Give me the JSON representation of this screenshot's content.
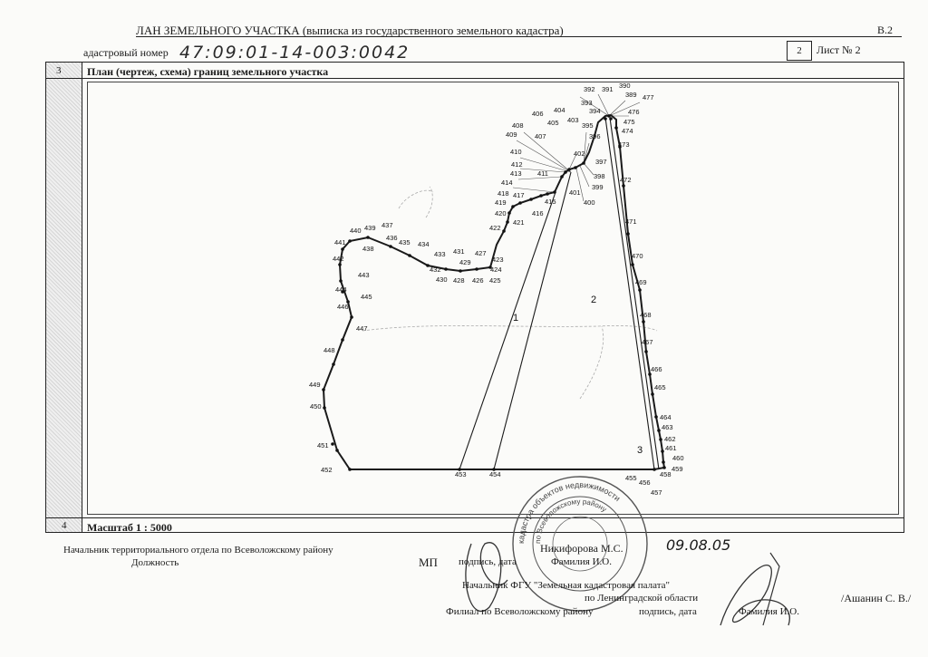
{
  "header": {
    "title": "ЛАН ЗЕМЕЛЬНОГО УЧАСТКА (выписка из государственного земельного кадастра)",
    "form_code": "В.2"
  },
  "cadastral": {
    "label": "адастровый номер",
    "value": "47:09:01-14-003:0042",
    "sheet_box": "2",
    "sheet_label": "Лист № 2"
  },
  "rows": {
    "row3_num": "3",
    "row3_title": "План (чертеж, схема) границ земельного участка",
    "row4_num": "4",
    "scale": "Масштаб 1 : 5000"
  },
  "plan": {
    "points": [
      {
        "n": "390"
      },
      {
        "n": "391"
      },
      {
        "n": "392"
      },
      {
        "n": "389"
      },
      {
        "n": "477"
      },
      {
        "n": "393"
      },
      {
        "n": "394"
      },
      {
        "n": "476"
      },
      {
        "n": "475"
      },
      {
        "n": "474"
      },
      {
        "n": "395"
      },
      {
        "n": "403"
      },
      {
        "n": "404"
      },
      {
        "n": "405"
      },
      {
        "n": "406"
      },
      {
        "n": "408"
      },
      {
        "n": "407"
      },
      {
        "n": "396"
      },
      {
        "n": "409"
      },
      {
        "n": "473"
      },
      {
        "n": "402"
      },
      {
        "n": "397"
      },
      {
        "n": "410"
      },
      {
        "n": "412"
      },
      {
        "n": "411"
      },
      {
        "n": "398"
      },
      {
        "n": "413"
      },
      {
        "n": "399"
      },
      {
        "n": "414"
      },
      {
        "n": "472"
      },
      {
        "n": "401"
      },
      {
        "n": "418"
      },
      {
        "n": "417"
      },
      {
        "n": "415"
      },
      {
        "n": "400"
      },
      {
        "n": "419"
      },
      {
        "n": "420"
      },
      {
        "n": "416"
      },
      {
        "n": "421"
      },
      {
        "n": "422"
      },
      {
        "n": "471"
      },
      {
        "n": "440"
      },
      {
        "n": "439"
      },
      {
        "n": "437"
      },
      {
        "n": "436"
      },
      {
        "n": "435"
      },
      {
        "n": "434"
      },
      {
        "n": "441"
      },
      {
        "n": "438"
      },
      {
        "n": "433"
      },
      {
        "n": "431"
      },
      {
        "n": "427"
      },
      {
        "n": "423"
      },
      {
        "n": "470"
      },
      {
        "n": "442"
      },
      {
        "n": "429"
      },
      {
        "n": "432"
      },
      {
        "n": "424"
      },
      {
        "n": "443"
      },
      {
        "n": "430"
      },
      {
        "n": "428"
      },
      {
        "n": "426"
      },
      {
        "n": "425"
      },
      {
        "n": "469"
      },
      {
        "n": "444"
      },
      {
        "n": "445"
      },
      {
        "n": "446"
      },
      {
        "n": "468"
      },
      {
        "n": "447"
      },
      {
        "n": "467"
      },
      {
        "n": "448"
      },
      {
        "n": "466"
      },
      {
        "n": "465"
      },
      {
        "n": "449"
      },
      {
        "n": "450"
      },
      {
        "n": "464"
      },
      {
        "n": "463"
      },
      {
        "n": "462"
      },
      {
        "n": "451"
      },
      {
        "n": "461"
      },
      {
        "n": "460"
      },
      {
        "n": "459"
      },
      {
        "n": "452"
      },
      {
        "n": "453"
      },
      {
        "n": "454"
      },
      {
        "n": "455"
      },
      {
        "n": "458"
      },
      {
        "n": "456"
      },
      {
        "n": "457"
      }
    ],
    "line_labels": [
      "1",
      "2",
      "3"
    ]
  },
  "footer": {
    "head_title": "Начальник территориального отдела по Всеволожскому району",
    "position": "Должность",
    "mp": "МП",
    "sign_date_1": "подпись, дата",
    "name_1": "Фамилия И.О.",
    "name_stamp": "Никифорова М.С.",
    "date_handwritten": "09.08.05",
    "fgu_title": "Начальник ФГУ \"Земельная кадастровая палата\"",
    "region": "по Ленинградской области",
    "filial": "Филиал по Всеволожскому району",
    "sign_date_2": "подпись, дата",
    "name_2": "Фамилия И.О.",
    "signer": "/Ашанин С. В./"
  },
  "stamp": {
    "outer_text": "кадастра объектов недвижимости",
    "inner_text": "по Всеволожскому району"
  }
}
